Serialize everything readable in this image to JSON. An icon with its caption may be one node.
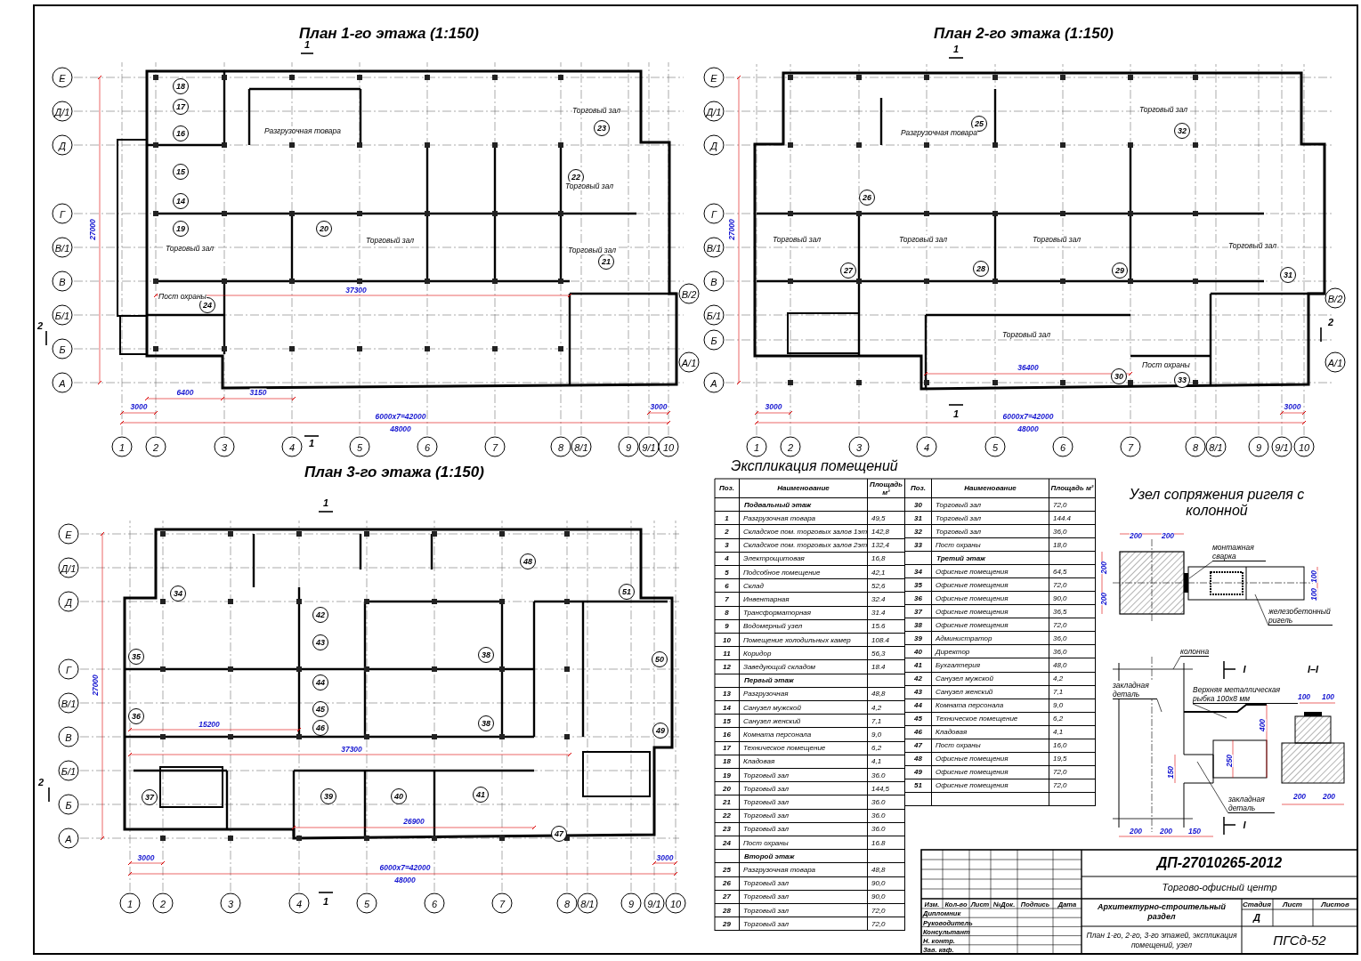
{
  "diagram": {
    "nodes": [
      {
        "text": [
          "Е"
        ]
      },
      {
        "text": [
          "Д/1"
        ]
      },
      {
        "text": [
          "Д"
        ]
      },
      {
        "text": [
          "Г"
        ]
      },
      {
        "text": [
          "В/1"
        ]
      },
      {
        "text": [
          "В"
        ]
      },
      {
        "text": [
          "Б/1"
        ]
      },
      {
        "text": [
          "Б"
        ]
      },
      {
        "text": [
          "А"
        ]
      },
      {
        "text": [
          "В/2"
        ]
      },
      {
        "text": [
          "А/1"
        ]
      },
      {
        "text": [
          "1"
        ]
      },
      {
        "text": [
          "2"
        ]
      },
      {
        "text": [
          "3"
        ]
      },
      {
        "text": [
          "4"
        ]
      },
      {
        "text": [
          "5"
        ]
      },
      {
        "text": [
          "6"
        ]
      },
      {
        "text": [
          "7"
        ]
      },
      {
        "text": [
          "8"
        ]
      },
      {
        "text": [
          "8/1"
        ]
      },
      {
        "text": [
          "9"
        ]
      },
      {
        "text": [
          "9/1"
        ]
      },
      {
        "text": [
          "10"
        ]
      },
      {
        "text": [
          "18"
        ]
      },
      {
        "text": [
          "17"
        ]
      },
      {
        "text": [
          "16"
        ]
      },
      {
        "text": [
          "15"
        ]
      },
      {
        "text": [
          "14"
        ]
      },
      {
        "text": [
          "19"
        ]
      },
      {
        "text": [
          "20"
        ]
      },
      {
        "text": [
          "23"
        ]
      },
      {
        "text": [
          "22"
        ]
      },
      {
        "text": [
          "21"
        ]
      },
      {
        "text": [
          "24"
        ]
      },
      {
        "text": [
          "Е"
        ]
      },
      {
        "text": [
          "Д/1"
        ]
      },
      {
        "text": [
          "Д"
        ]
      },
      {
        "text": [
          "Г"
        ]
      },
      {
        "text": [
          "В/1"
        ]
      },
      {
        "text": [
          "В"
        ]
      },
      {
        "text": [
          "Б/1"
        ]
      },
      {
        "text": [
          "Б"
        ]
      },
      {
        "text": [
          "А"
        ]
      },
      {
        "text": [
          "В/2"
        ]
      },
      {
        "text": [
          "А/1"
        ]
      },
      {
        "text": [
          "1"
        ]
      },
      {
        "text": [
          "2"
        ]
      },
      {
        "text": [
          "3"
        ]
      },
      {
        "text": [
          "4"
        ]
      },
      {
        "text": [
          "5"
        ]
      },
      {
        "text": [
          "6"
        ]
      },
      {
        "text": [
          "7"
        ]
      },
      {
        "text": [
          "8"
        ]
      },
      {
        "text": [
          "8/1"
        ]
      },
      {
        "text": [
          "9"
        ]
      },
      {
        "text": [
          "9/1"
        ]
      },
      {
        "text": [
          "10"
        ]
      },
      {
        "text": [
          "25"
        ]
      },
      {
        "text": [
          "32"
        ]
      },
      {
        "text": [
          "26"
        ]
      },
      {
        "text": [
          "27"
        ]
      },
      {
        "text": [
          "28"
        ]
      },
      {
        "text": [
          "29"
        ]
      },
      {
        "text": [
          "31"
        ]
      },
      {
        "text": [
          "30"
        ]
      },
      {
        "text": [
          "33"
        ]
      },
      {
        "text": [
          "Е"
        ]
      },
      {
        "text": [
          "Д/1"
        ]
      },
      {
        "text": [
          "Д"
        ]
      },
      {
        "text": [
          "Г"
        ]
      },
      {
        "text": [
          "В/1"
        ]
      },
      {
        "text": [
          "В"
        ]
      },
      {
        "text": [
          "Б/1"
        ]
      },
      {
        "text": [
          "Б"
        ]
      },
      {
        "text": [
          "А"
        ]
      },
      {
        "text": [
          "1"
        ]
      },
      {
        "text": [
          "2"
        ]
      },
      {
        "text": [
          "3"
        ]
      },
      {
        "text": [
          "4"
        ]
      },
      {
        "text": [
          "5"
        ]
      },
      {
        "text": [
          "6"
        ]
      },
      {
        "text": [
          "7"
        ]
      },
      {
        "text": [
          "8"
        ]
      },
      {
        "text": [
          "8/1"
        ]
      },
      {
        "text": [
          "9"
        ]
      },
      {
        "text": [
          "9/1"
        ]
      },
      {
        "text": [
          "10"
        ]
      },
      {
        "text": [
          "48"
        ]
      },
      {
        "text": [
          "51"
        ]
      },
      {
        "text": [
          "34"
        ]
      },
      {
        "text": [
          "42"
        ]
      },
      {
        "text": [
          "43"
        ]
      },
      {
        "text": [
          "38"
        ]
      },
      {
        "text": [
          "50"
        ]
      },
      {
        "text": [
          "35"
        ]
      },
      {
        "text": [
          "44"
        ]
      },
      {
        "text": [
          "45"
        ]
      },
      {
        "text": [
          "46"
        ]
      },
      {
        "text": [
          "38"
        ]
      },
      {
        "text": [
          "49"
        ]
      },
      {
        "text": [
          "36"
        ]
      },
      {
        "text": [
          "37"
        ]
      },
      {
        "text": [
          "39"
        ]
      },
      {
        "text": [
          "40"
        ]
      },
      {
        "text": [
          "41"
        ]
      },
      {
        "text": [
          "47"
        ]
      },
      {
        "text": [
          "монтажная сварка"
        ]
      },
      {
        "text": [
          "железобетонный ригель"
        ]
      },
      {
        "text": [
          "колонна"
        ]
      },
      {
        "text": [
          "закладная деталь"
        ]
      },
      {
        "text": [
          "Верхняя металлическая рыбка 100х8 мм"
        ]
      },
      {
        "text": [
          "закладная деталь"
        ]
      }
    ],
    "edges": [
      {
        "from": 106,
        "to": null,
        "arrow": "none"
      },
      {
        "from": 107,
        "to": null,
        "arrow": "none"
      },
      {
        "from": 108,
        "to": null,
        "arrow": "none"
      },
      {
        "from": 109,
        "to": null,
        "arrow": "none"
      },
      {
        "from": 110,
        "to": null,
        "arrow": "none"
      },
      {
        "from": 111,
        "to": null,
        "arrow": "none"
      }
    ],
    "labels": [
      "План 1-го этажа (1:150)",
      "Разгрузочная товара",
      "Торговый зал",
      "Торговый зал",
      "Торговый зал",
      "Торговый зал",
      "Торговый зал",
      "Пост охраны",
      "1",
      "1",
      "2",
      "37300",
      "6400",
      "3150",
      "6000х7=42000",
      "48000",
      "3000",
      "3000",
      "27000",
      "План 2-го этажа (1:150)",
      "Разгрузочная товара",
      "Торговый зал",
      "Торговый зал",
      "Торговый зал",
      "Торговый зал",
      "Торговый зал",
      "Торговый зал",
      "Пост охраны",
      "1",
      "1",
      "2",
      "36400",
      "6000х7=42000",
      "48000",
      "3000",
      "3000",
      "27000",
      "План 3-го этажа (1:150)",
      "1",
      "1",
      "2",
      "37300",
      "26900",
      "15200",
      "6000х7=42000",
      "48000",
      "3000",
      "3000",
      "27000",
      "Экспликация помещений",
      "Поз.",
      "Наименование",
      "Площадь м²",
      "Подвальный этаж",
      "1",
      "Разгрузочная товара",
      "49,5",
      "2",
      "Складское пом. торговых залов 1эт",
      "142,8",
      "3",
      "Складское пом. торговых залов 2эт",
      "132,4",
      "4",
      "Электрощитовая",
      "16,8",
      "5",
      "Подсобное помещение",
      "42,1",
      "6",
      "Склад",
      "52,6",
      "7",
      "Инвентарная",
      "32.4",
      "8",
      "Трансформаторная",
      "31.4",
      "9",
      "Водомерный узел",
      "15.6",
      "10",
      "Помещение холодильных камер",
      "108.4",
      "11",
      "Коридор",
      "56,3",
      "12",
      "Заведующий складом",
      "18.4",
      "Первый этаж",
      "13",
      "Разгрузочная",
      "48,8",
      "14",
      "Санузел мужской",
      "4,2",
      "15",
      "Санузел женский",
      "7,1",
      "16",
      "Комната персонала",
      "9,0",
      "17",
      "Техническое помещение",
      "6,2",
      "18",
      "Кладовая",
      "4,1",
      "19",
      "Торговый зал",
      "36.0",
      "20",
      "Торговый зал",
      "144,5",
      "21",
      "Торговый зал",
      "36.0",
      "22",
      "Торговый зал",
      "36.0",
      "23",
      "Торговый зал",
      "36.0",
      "24",
      "Пост охраны",
      "16.8",
      "Второй этаж",
      "25",
      "Разгрузочная товара",
      "48,8",
      "26",
      "Торговый зал",
      "90,0",
      "27",
      "Торговый зал",
      "90,0",
      "28",
      "Торговый зал",
      "72,0",
      "29",
      "Торговый зал",
      "72,0",
      "Поз.",
      "Наименование",
      "Площадь м²",
      "30",
      "Торговый зал",
      "72,0",
      "31",
      "Торговый зал",
      "144.4",
      "32",
      "Торговый зал",
      "36,0",
      "33",
      "Пост охраны",
      "18,0",
      "Третий этаж",
      "34",
      "Офисные помещения",
      "64,5",
      "35",
      "Офисные помещения",
      "72,0",
      "36",
      "Офисные помещения",
      "90,0",
      "37",
      "Офисные помещения",
      "36,5",
      "38",
      "Офисные помещения",
      "72,0",
      "39",
      "Администратор",
      "36,0",
      "40",
      "Директор",
      "36,0",
      "41",
      "Бухгалтерия",
      "48,0",
      "42",
      "Санузел мужской",
      "4,2",
      "43",
      "Санузел женский",
      "7,1",
      "44",
      "Комната персонала",
      "9,0",
      "45",
      "Техническое помещение",
      "6,2",
      "46",
      "Кладовая",
      "4,1",
      "47",
      "Пост охраны",
      "16,0",
      "48",
      "Офисные помещения",
      "19,5",
      "49",
      "Офисные помещения",
      "72,0",
      "51",
      "Офисные помещения",
      "72,0",
      "Узел сопряжения ригеля с колонной",
      "200",
      "200",
      "200",
      "200",
      "100",
      "100",
      "I",
      "I–I",
      "100",
      "100",
      "400",
      "250",
      "150",
      "I",
      "200",
      "200",
      "150",
      "200",
      "200",
      "ДП-27010265-2012",
      "Торгово-офисный центр",
      "Изм.",
      "Кол-во",
      "Лист",
      "№Док.",
      "Подпись",
      "Дата",
      "Дипломник",
      "Руководитель",
      "Консультант",
      "Н. контр.",
      "Зав. каф.",
      "Архитектурно-строительный раздел",
      "Стадия",
      "Лист",
      "Листов",
      "Д",
      "План 1-го, 2-го, 3-го этажей, экспликация помещений, узел",
      "ПГСд-52"
    ]
  }
}
